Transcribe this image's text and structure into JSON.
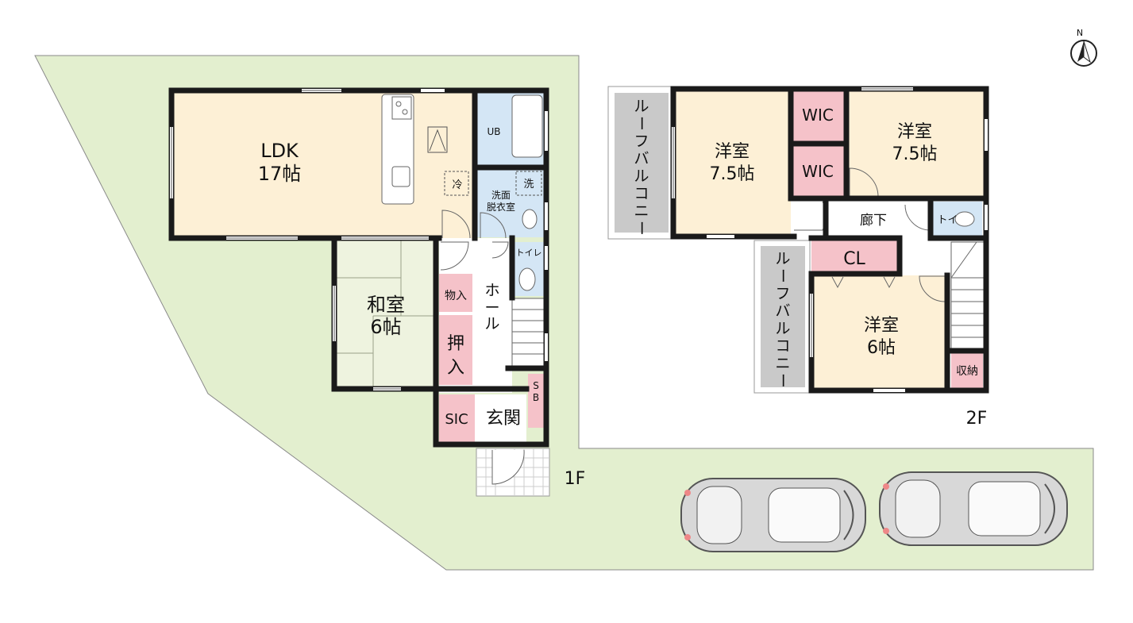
{
  "compass": {
    "north_label": "N"
  },
  "floors": {
    "first": "1F",
    "second": "2F"
  },
  "rooms_1f": {
    "ldk": {
      "name": "LDK",
      "size": "17帖"
    },
    "ub": "UB",
    "washroom_line1": "洗面",
    "washroom_line2": "脱衣室",
    "washer_mark": "洗",
    "fridge_mark": "冷",
    "toilet": "トイレ",
    "storage": "物入",
    "hall": "ホール",
    "closet_line1": "押",
    "closet_line2": "入",
    "washitsu": {
      "name": "和室",
      "size": "6帖"
    },
    "sic": "SIC",
    "entrance": "玄関",
    "shoe_box_line1": "S",
    "shoe_box_line2": "B"
  },
  "rooms_2f": {
    "roof_balcony_top": "ルーフバルコニー",
    "roof_balcony_bottom": "ルーフバルコニー",
    "western_a": {
      "name": "洋室",
      "size": "7.5帖"
    },
    "western_b": {
      "name": "洋室",
      "size": "7.5帖"
    },
    "western_c": {
      "name": "洋室",
      "size": "6帖"
    },
    "wic_top": "WIC",
    "wic_bottom": "WIC",
    "corridor": "廊下",
    "toilet": "トイレ",
    "cl": "CL",
    "storage": "収納"
  },
  "colors": {
    "site_green": "#e3efcf",
    "room_beige": "#fdf0d6",
    "tatami": "#eef3df",
    "wet_blue": "#d4e6f5",
    "storage_pink": "#f5c2c9",
    "balcony_gray": "#c9c9c9",
    "wall": "#1a1a1a"
  }
}
